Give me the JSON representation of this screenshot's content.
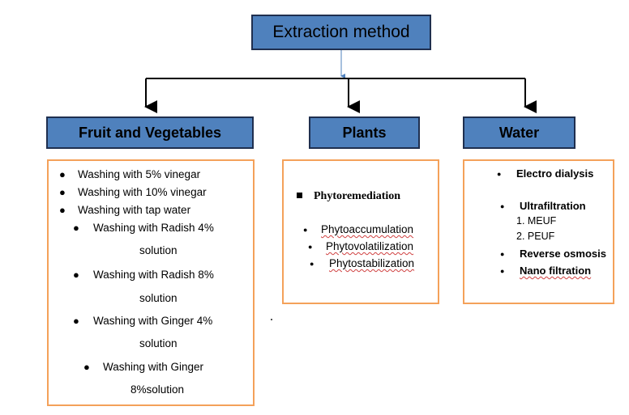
{
  "root": {
    "title": "Extraction method"
  },
  "branches": [
    {
      "title": "Fruit and Vegetables",
      "items": [
        "Washing with 5% vinegar",
        "Washing with 10% vinegar",
        "Washing with tap water",
        "Washing with Radish 4%",
        "solution",
        "Washing with Radish 8%",
        "solution",
        "Washing with Ginger 4%",
        "solution",
        "Washing with Ginger",
        "8%solution"
      ]
    },
    {
      "title": "Plants",
      "heading": "Phytoremediation",
      "items": [
        "Phytoaccumulation",
        "Phytovolatilization",
        "Phytostabilization"
      ]
    },
    {
      "title": "Water",
      "items": [
        "Electro dialysis",
        "Ultrafiltration",
        "1. MEUF",
        "2. PEUF",
        "Reverse osmosis",
        "Nano filtration"
      ]
    }
  ],
  "colors": {
    "header_fill": "#4f81bd",
    "panel_border": "#f4a15a"
  }
}
